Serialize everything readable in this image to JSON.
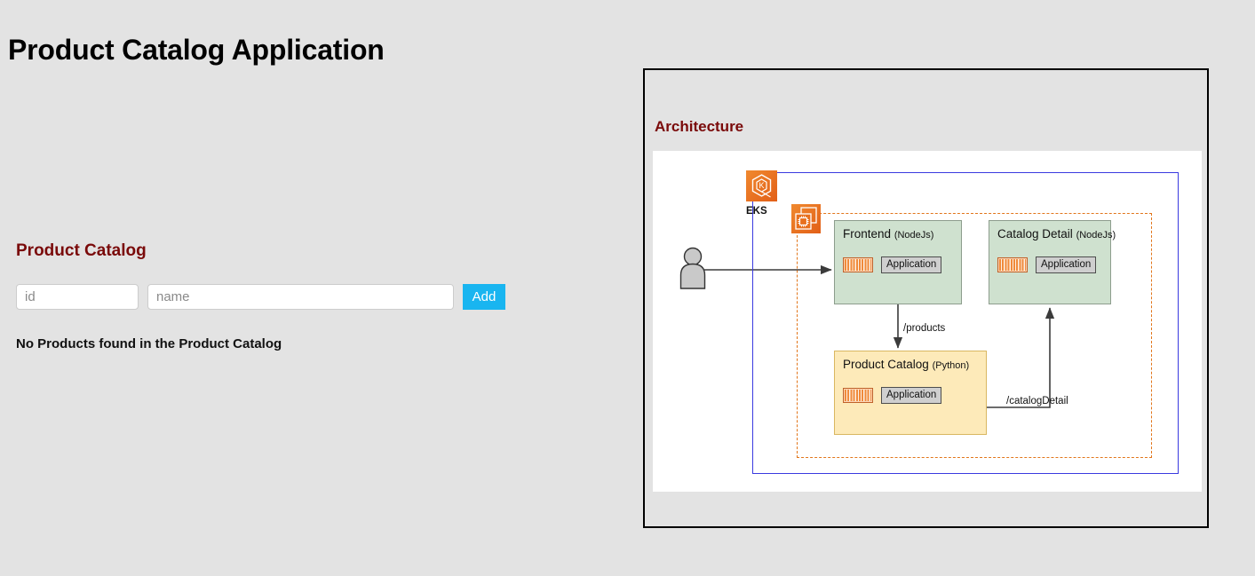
{
  "page": {
    "title": "Product Catalog Application",
    "background_color": "#e3e3e3"
  },
  "catalog": {
    "heading": "Product Catalog",
    "heading_color": "#7a0a0a",
    "id_placeholder": "id",
    "id_value": "",
    "name_placeholder": "name",
    "name_value": "",
    "add_label": "Add",
    "add_button_color": "#19b5f0",
    "empty_message": "No Products found in the Product Catalog"
  },
  "architecture": {
    "heading": "Architecture",
    "heading_color": "#7a0a0a",
    "cluster": {
      "icon_name": "eks-icon",
      "label": "EKS",
      "border_color": "#3a3ae0"
    },
    "nodegroup": {
      "icon_name": "ec2-instances-icon",
      "border_color": "#e2761b"
    },
    "actor": {
      "icon_name": "user-actor-icon",
      "color": "#c9c9c9"
    },
    "services": [
      {
        "id": "frontend",
        "name": "Frontend",
        "tech": "(NodeJs)",
        "chip_label": "Application",
        "fill": "#cfe1cf"
      },
      {
        "id": "catalog-detail",
        "name": "Catalog Detail",
        "tech": "(NodeJs)",
        "chip_label": "Application",
        "fill": "#cfe1cf"
      },
      {
        "id": "product-catalog",
        "name": "Product Catalog",
        "tech": "(Python)",
        "chip_label": "Application",
        "fill": "#fdeab9"
      }
    ],
    "edges": [
      {
        "id": "user-to-frontend",
        "label": ""
      },
      {
        "id": "frontend-to-product-catalog",
        "label": "/products"
      },
      {
        "id": "product-catalog-to-catalog-detail",
        "label": "/catalogDetail"
      }
    ]
  }
}
